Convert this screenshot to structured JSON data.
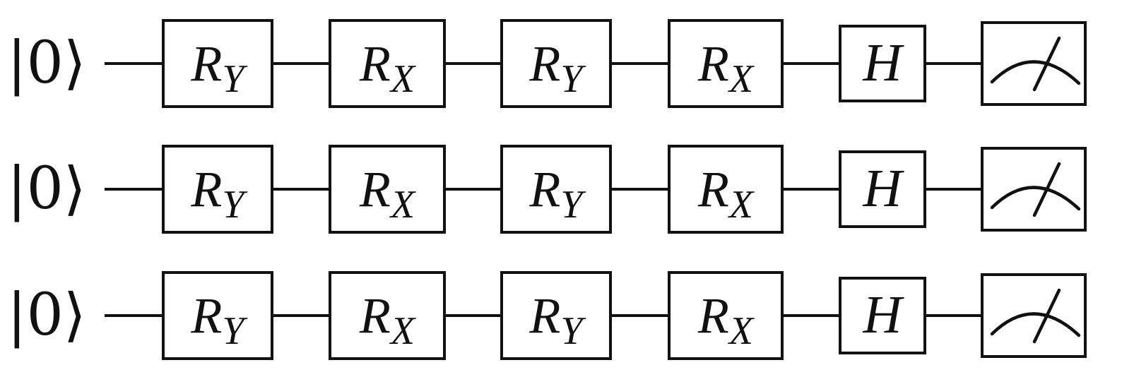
{
  "circuit": {
    "qubits": [
      {
        "initial_state": "|0⟩",
        "gates": [
          {
            "label": "R",
            "sub": "Y"
          },
          {
            "label": "R",
            "sub": "X"
          },
          {
            "label": "R",
            "sub": "Y"
          },
          {
            "label": "R",
            "sub": "X"
          },
          {
            "label": "H",
            "sub": ""
          },
          {
            "label": "",
            "sub": "",
            "icon": "measurement-meter-icon"
          }
        ]
      },
      {
        "initial_state": "|0⟩",
        "gates": [
          {
            "label": "R",
            "sub": "Y"
          },
          {
            "label": "R",
            "sub": "X"
          },
          {
            "label": "R",
            "sub": "Y"
          },
          {
            "label": "R",
            "sub": "X"
          },
          {
            "label": "H",
            "sub": ""
          },
          {
            "label": "",
            "sub": "",
            "icon": "measurement-meter-icon"
          }
        ]
      },
      {
        "initial_state": "|0⟩",
        "gates": [
          {
            "label": "R",
            "sub": "Y"
          },
          {
            "label": "R",
            "sub": "X"
          },
          {
            "label": "R",
            "sub": "Y"
          },
          {
            "label": "R",
            "sub": "X"
          },
          {
            "label": "H",
            "sub": ""
          },
          {
            "label": "",
            "sub": "",
            "icon": "measurement-meter-icon"
          }
        ]
      }
    ]
  }
}
